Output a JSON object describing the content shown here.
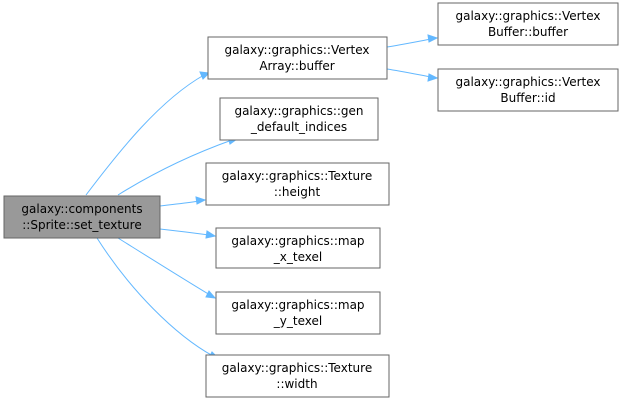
{
  "nodes": {
    "root": {
      "line1": "galaxy::components",
      "line2": "::Sprite::set_texture"
    },
    "vertex_array_buffer": {
      "line1": "galaxy::graphics::Vertex",
      "line2": "Array::buffer"
    },
    "vertex_buffer_buffer": {
      "line1": "galaxy::graphics::Vertex",
      "line2": "Buffer::buffer"
    },
    "vertex_buffer_id": {
      "line1": "galaxy::graphics::Vertex",
      "line2": "Buffer::id"
    },
    "gen_default_indices": {
      "line1": "galaxy::graphics::gen",
      "line2": "_default_indices"
    },
    "texture_height": {
      "line1": "galaxy::graphics::Texture",
      "line2": "::height"
    },
    "map_x_texel": {
      "line1": "galaxy::graphics::map",
      "line2": "_x_texel"
    },
    "map_y_texel": {
      "line1": "galaxy::graphics::map",
      "line2": "_y_texel"
    },
    "texture_width": {
      "line1": "galaxy::graphics::Texture",
      "line2": "::width"
    }
  },
  "colors": {
    "edge": "#63b8ff",
    "root_fill": "#999999",
    "node_fill": "#ffffff",
    "node_border": "#666666"
  }
}
